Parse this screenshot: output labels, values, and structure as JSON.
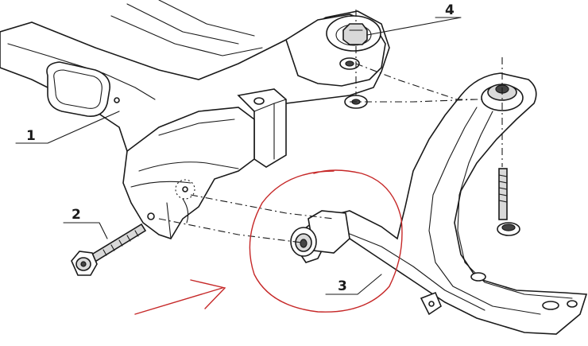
{
  "callouts": [
    {
      "id": "subframe",
      "label": "1"
    },
    {
      "id": "bolt",
      "label": "2"
    },
    {
      "id": "bushing",
      "label": "3"
    },
    {
      "id": "nut",
      "label": "4"
    }
  ],
  "colors": {
    "ink": "#1a1a1a",
    "annotation": "#c62828"
  }
}
